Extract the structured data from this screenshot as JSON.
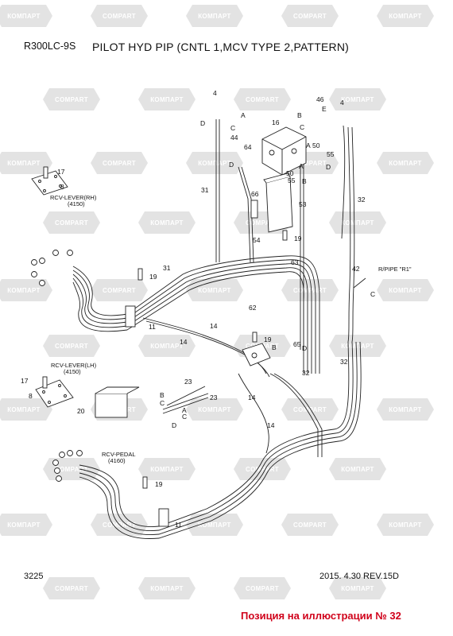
{
  "header": {
    "model": "R300LC-9S",
    "title": "PILOT HYD PIP (CNTL 1,MCV TYPE 2,PATTERN)"
  },
  "footer": {
    "page_number": "3225",
    "revision": "2015. 4.30   REV.15D"
  },
  "caption": "Позиция на иллюстрации № 32",
  "watermark": {
    "text_cyrillic": "КОМПАРТ",
    "text_latin": "COMPART"
  },
  "assembly_labels": {
    "rcv_lever_rh": "RCV-LEVER(RH)",
    "rcv_lever_rh_code": "(4150)",
    "rcv_lever_lh": "RCV-LEVER(LH)",
    "rcv_lever_lh_code": "(4150)",
    "rcv_pedal": "RCV-PEDAL",
    "rcv_pedal_code": "(4160)",
    "r_pipe": "R/PIPE \"R1\""
  },
  "callouts": {
    "c4a": "4",
    "c4b": "4",
    "c46": "46",
    "c16": "16",
    "c44": "44",
    "c64": "64",
    "c50a": "50",
    "c50b": "50",
    "c55a": "55",
    "c55b": "55",
    "c66": "66",
    "c53": "53",
    "c31a": "31",
    "c31b": "31",
    "c32a": "32",
    "c32b": "32",
    "c32c": "32",
    "c54": "54",
    "c19a": "19",
    "c19b": "19",
    "c19c": "19",
    "c19d": "19",
    "c17a": "17",
    "c17b": "17",
    "c8a": "8",
    "c8b": "8",
    "c63": "63",
    "c42": "42",
    "c62": "62",
    "c11a": "11",
    "c11b": "11",
    "c14a": "14",
    "c14b": "14",
    "c14c": "14",
    "c14d": "14",
    "c65": "65",
    "c23a": "23",
    "c23b": "23",
    "c20": "20"
  },
  "port_letters": {
    "D": "D",
    "A": "A",
    "B": "B",
    "C": "C",
    "E": "E"
  }
}
